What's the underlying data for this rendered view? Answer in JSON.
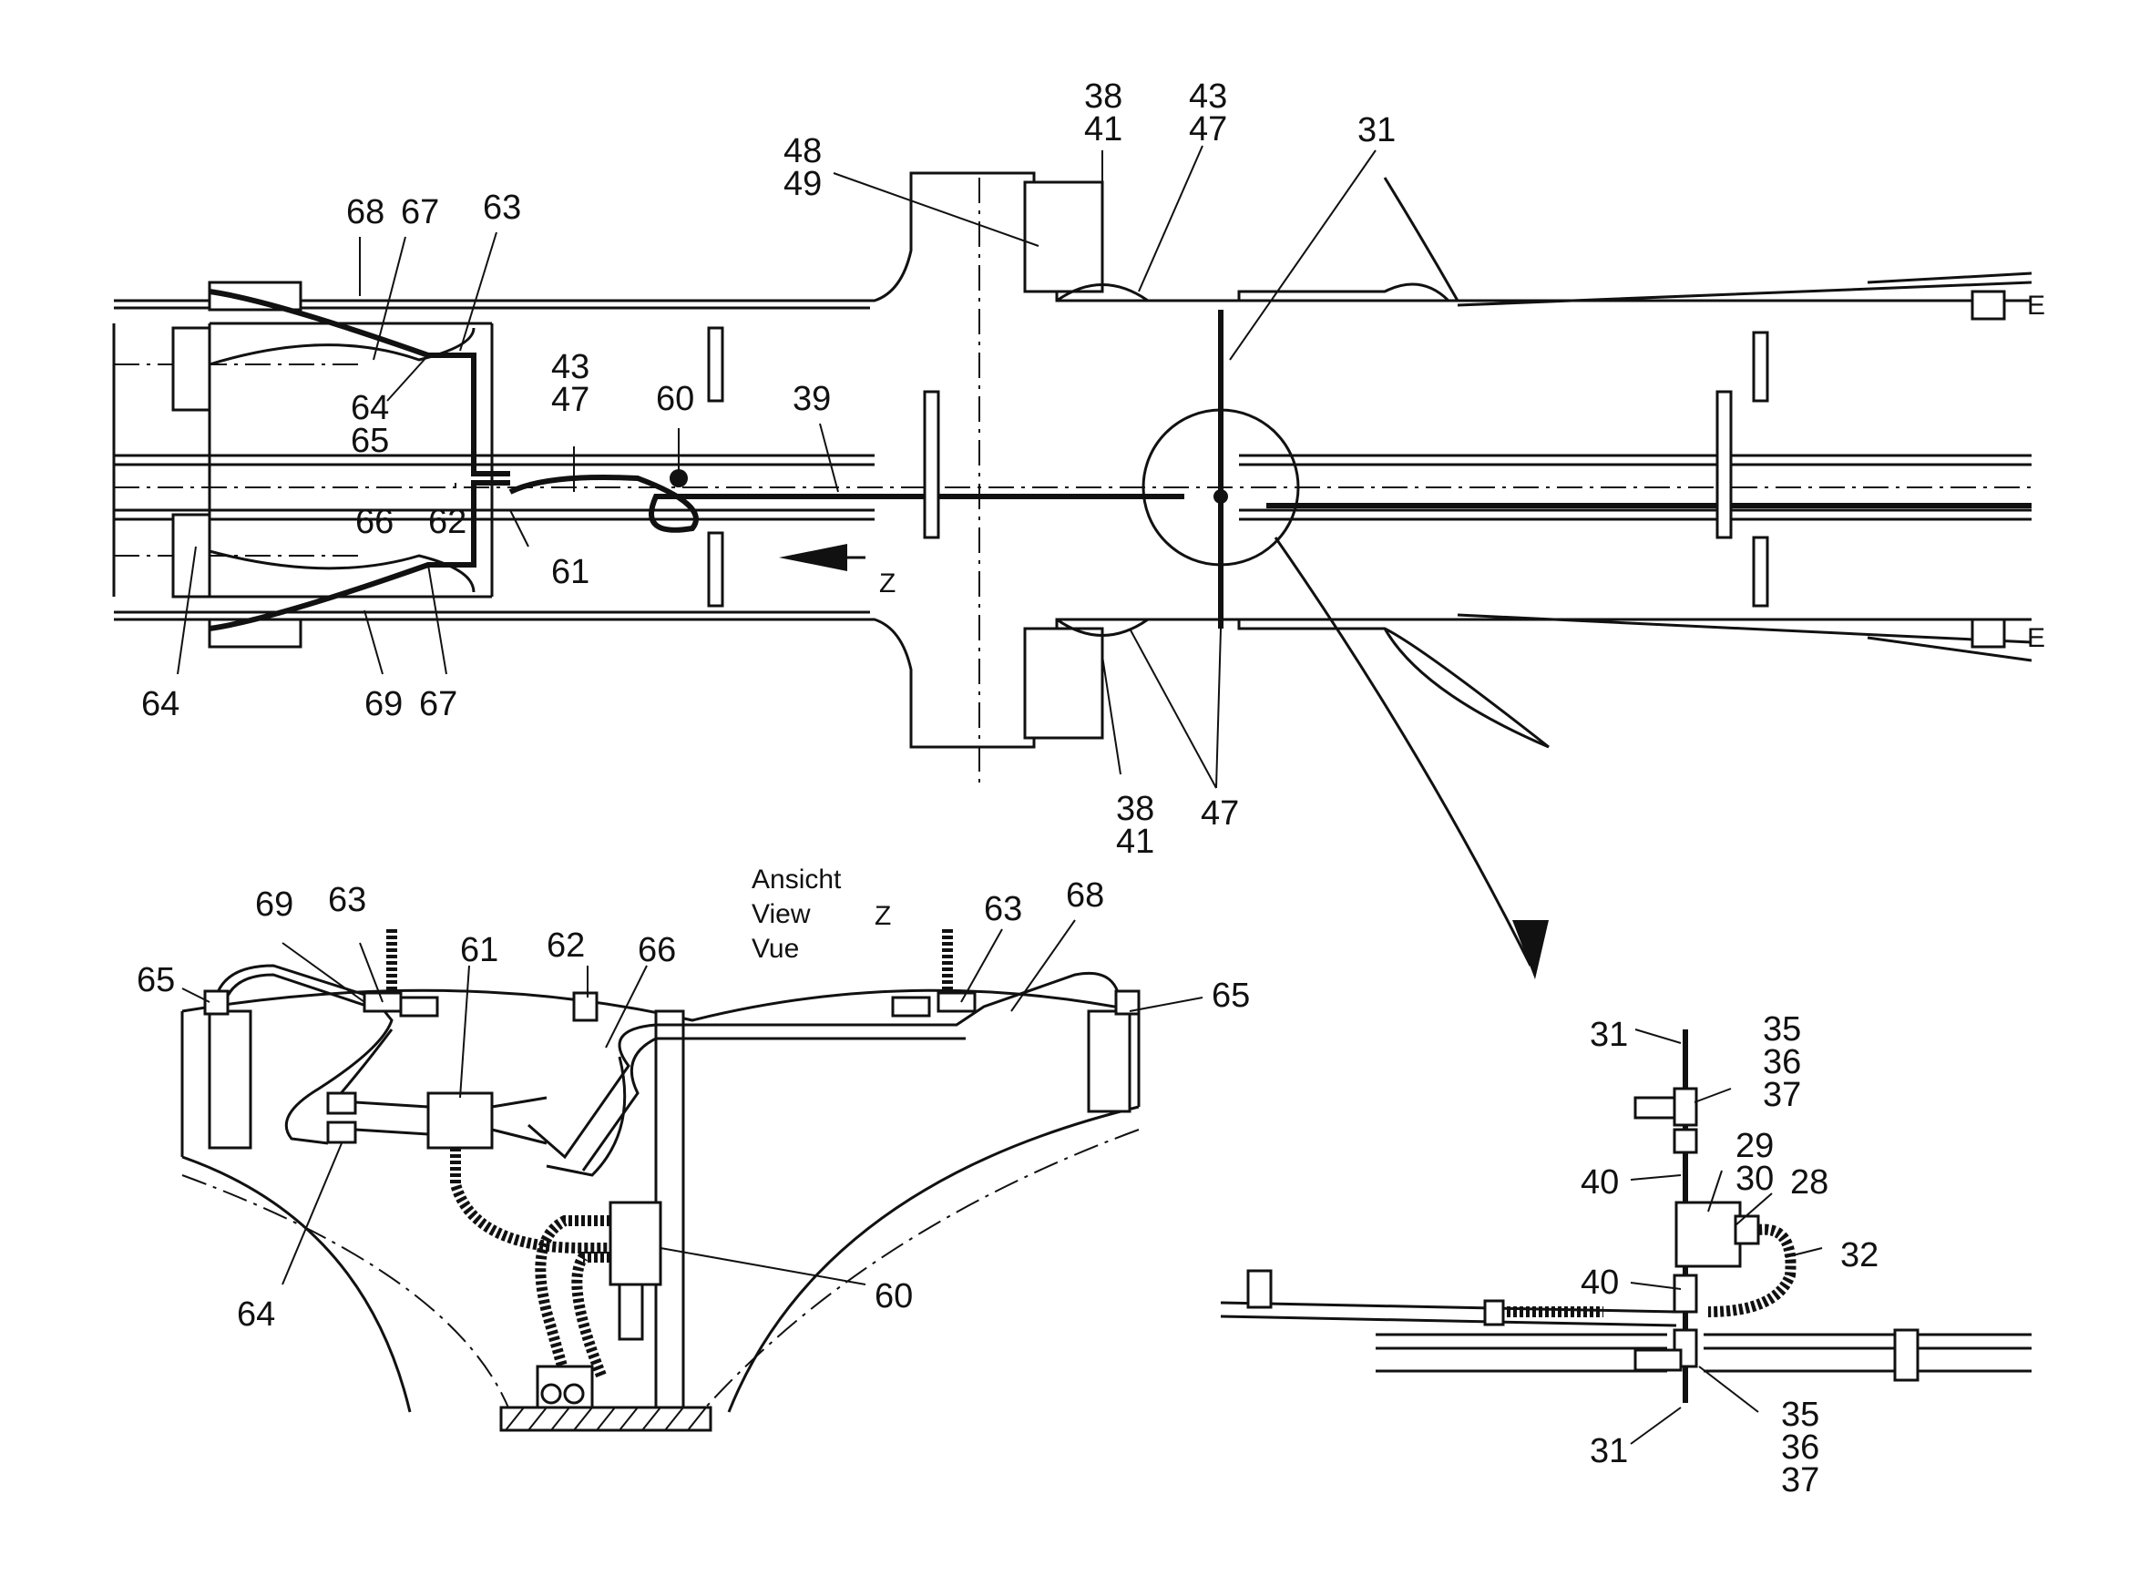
{
  "labels": {
    "top": [
      {
        "id": "l-38-41-top",
        "lines": [
          "38",
          "41"
        ]
      },
      {
        "id": "l-43-47-top",
        "lines": [
          "43",
          "47"
        ]
      },
      {
        "id": "l-31-top",
        "lines": [
          "31"
        ]
      },
      {
        "id": "l-48-49",
        "lines": [
          "48",
          "49"
        ]
      },
      {
        "id": "l-68-top",
        "lines": [
          "68"
        ]
      },
      {
        "id": "l-67-top",
        "lines": [
          "67"
        ]
      },
      {
        "id": "l-63-top",
        "lines": [
          "63"
        ]
      },
      {
        "id": "l-43-47-mid",
        "lines": [
          "43",
          "47"
        ]
      },
      {
        "id": "l-60-top",
        "lines": [
          "60"
        ]
      },
      {
        "id": "l-39",
        "lines": [
          "39"
        ]
      },
      {
        "id": "l-64-65-top",
        "lines": [
          "64",
          "65"
        ]
      },
      {
        "id": "l-66-top",
        "lines": [
          "66"
        ]
      },
      {
        "id": "l-62-top",
        "lines": [
          "62"
        ]
      },
      {
        "id": "l-61-top",
        "lines": [
          "61"
        ]
      },
      {
        "id": "l-z-arrow",
        "lines": [
          "Z"
        ]
      },
      {
        "id": "l-64-bl",
        "lines": [
          "64"
        ]
      },
      {
        "id": "l-69-top",
        "lines": [
          "69"
        ]
      },
      {
        "id": "l-67-bot",
        "lines": [
          "67"
        ]
      },
      {
        "id": "l-38-41-bot",
        "lines": [
          "38",
          "41"
        ]
      },
      {
        "id": "l-47-bot",
        "lines": [
          "47"
        ]
      }
    ],
    "view_z": {
      "title_lines": [
        "Ansicht",
        "View",
        "Vue"
      ],
      "view_letter": "Z",
      "items": [
        {
          "id": "z-69",
          "lines": [
            "69"
          ]
        },
        {
          "id": "z-63-l",
          "lines": [
            "63"
          ]
        },
        {
          "id": "z-65-l",
          "lines": [
            "65"
          ]
        },
        {
          "id": "z-61",
          "lines": [
            "61"
          ]
        },
        {
          "id": "z-62",
          "lines": [
            "62"
          ]
        },
        {
          "id": "z-66",
          "lines": [
            "66"
          ]
        },
        {
          "id": "z-63-r",
          "lines": [
            "63"
          ]
        },
        {
          "id": "z-68",
          "lines": [
            "68"
          ]
        },
        {
          "id": "z-65-r",
          "lines": [
            "65"
          ]
        },
        {
          "id": "z-64",
          "lines": [
            "64"
          ]
        },
        {
          "id": "z-60",
          "lines": [
            "60"
          ]
        }
      ]
    },
    "detail": [
      {
        "id": "d-31-top",
        "lines": [
          "31"
        ]
      },
      {
        "id": "d-35-37-top",
        "lines": [
          "35",
          "36",
          "37"
        ]
      },
      {
        "id": "d-40-top",
        "lines": [
          "40"
        ]
      },
      {
        "id": "d-29-30",
        "lines": [
          "29",
          "30"
        ]
      },
      {
        "id": "d-28",
        "lines": [
          "28"
        ]
      },
      {
        "id": "d-32",
        "lines": [
          "32"
        ]
      },
      {
        "id": "d-40-bot",
        "lines": [
          "40"
        ]
      },
      {
        "id": "d-35-37-bot",
        "lines": [
          "35",
          "36",
          "37"
        ]
      },
      {
        "id": "d-31-bot",
        "lines": [
          "31"
        ]
      }
    ],
    "frame_marks": [
      "E",
      "E"
    ]
  }
}
